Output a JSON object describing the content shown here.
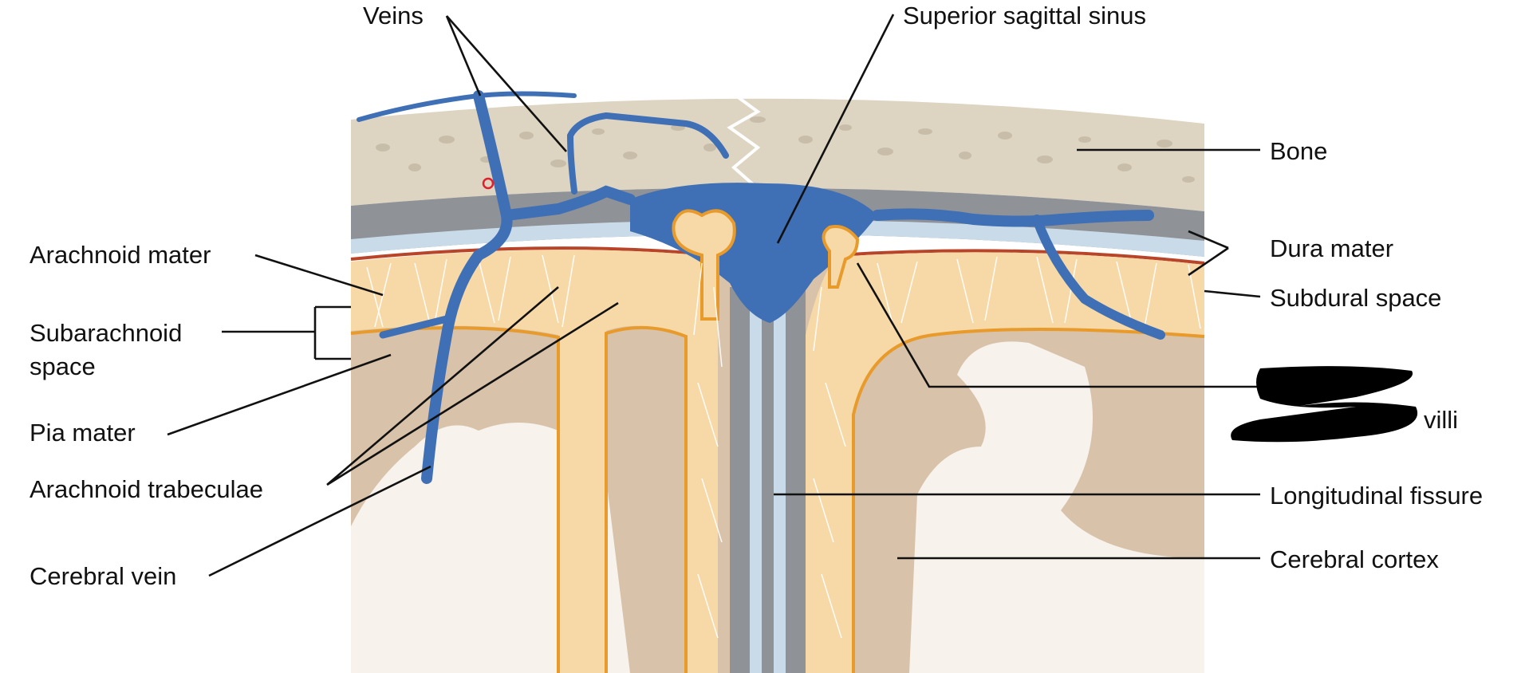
{
  "labels": {
    "veins": "Veins",
    "superior_sagittal_sinus": "Superior sagittal sinus",
    "bone": "Bone",
    "dura_mater": "Dura mater",
    "subdural_space": "Subdural space",
    "arachnoid_mater": "Arachnoid mater",
    "subarachnoid_line1": "Subarachnoid",
    "subarachnoid_line2": "space",
    "pia_mater": "Pia mater",
    "arachnoid_trabeculae": "Arachnoid trabeculae",
    "cerebral_vein": "Cerebral vein",
    "villi_partial": "villi",
    "longitudinal_fissure": "Longitudinal fissure",
    "cerebral_cortex": "Cerebral cortex"
  },
  "colors": {
    "bone": "#ddd4c2",
    "dura": "#8f9297",
    "subdural": "#c9dbe9",
    "arachnoid": "#f7d9a8",
    "pia": "#e89a2a",
    "cortex": "#d8c2a9",
    "white_matter": "#f7f2ec",
    "vein": "#3f6fb5",
    "redaction": "#000000"
  }
}
